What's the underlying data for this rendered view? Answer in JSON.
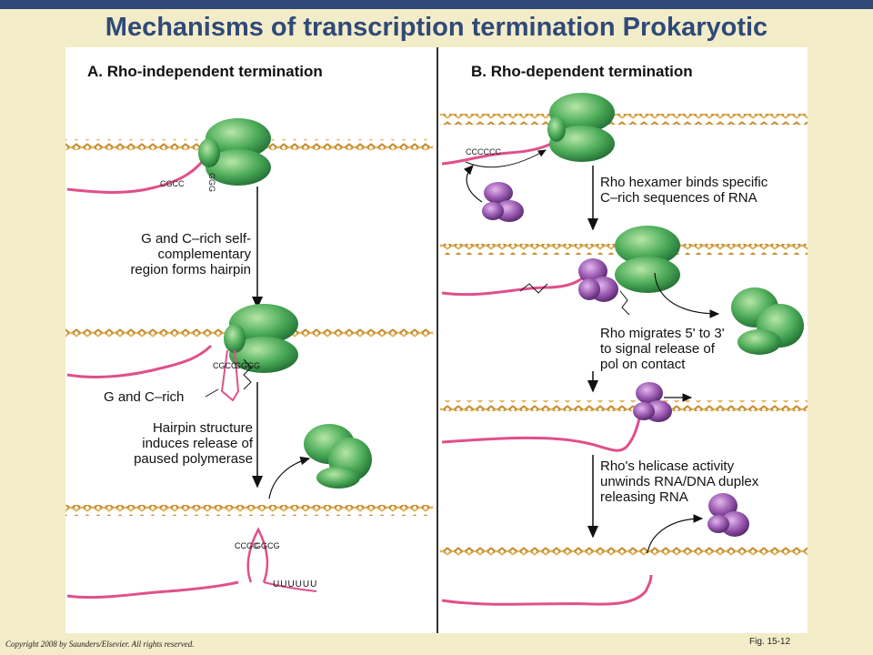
{
  "slide": {
    "title": "Mechanisms of transcription termination Prokaryotic",
    "copyright": "Copyright 2008 by Saunders/Elsevier. All rights reserved.",
    "figure": "Fig. 15-12"
  },
  "panel_a": {
    "title": "A. Rho-independent termination",
    "step1": [
      "G and C–rich self-",
      "complementary",
      "region forms hairpin"
    ],
    "gc_label": "G and C–rich",
    "step2": [
      "Hairpin structure",
      "induces release of",
      "paused polymerase"
    ],
    "seq_top": "CGCC",
    "seq_vert": "GGG",
    "hairpin1_left": "CGCC",
    "hairpin1_right": "GGGG",
    "hairpin2_left": "CCGC",
    "hairpin2_right": "GGCG",
    "tail": "UUUUUU"
  },
  "panel_b": {
    "title": "B. Rho-dependent termination",
    "rna_seq": "CCCCCC",
    "step1": [
      "Rho hexamer binds specific",
      "C–rich sequences of RNA"
    ],
    "step2": [
      "Rho migrates 5' to 3'",
      "to signal release of",
      "pol on contact"
    ],
    "step3": [
      "Rho's helicase activity",
      "unwinds RNA/DNA duplex",
      "releasing RNA"
    ]
  },
  "colors": {
    "background": "#f3ecc9",
    "accent": "#2f4a78",
    "dna": "#d9a64a",
    "rna": "#e0508a",
    "polymerase": "#4fae5a",
    "rho": "#9a5ab0"
  }
}
